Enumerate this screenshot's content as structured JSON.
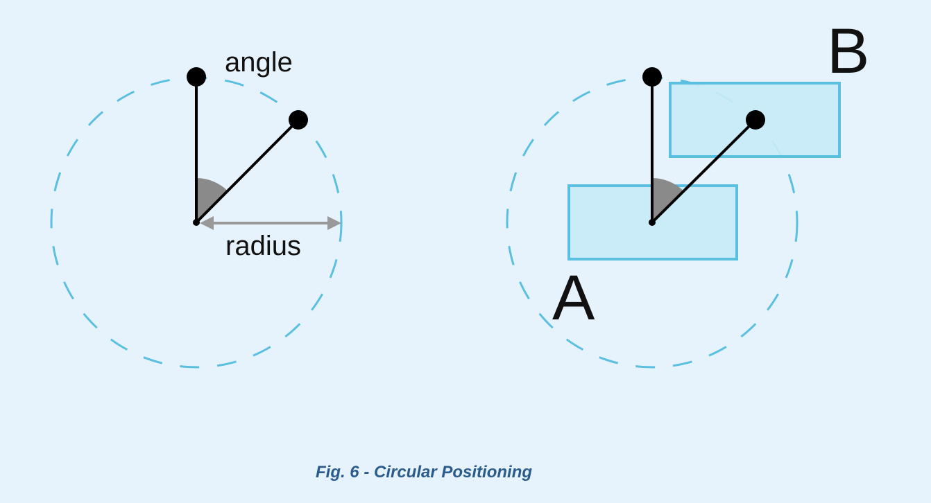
{
  "left_diagram": {
    "angle_label": "angle",
    "radius_label": "radius"
  },
  "right_diagram": {
    "label_a": "A",
    "label_b": "B"
  },
  "caption": "Fig. 6 - Circular Positioning",
  "colors": {
    "background": "#e6f3fc",
    "dashed_circle": "#5bbfe0",
    "box_fill": "#c8ecf7",
    "box_stroke": "#5bbfe0",
    "lines": "#000000",
    "radius_arrow": "#999999",
    "angle_wedge": "#8a8a8a",
    "caption": "#2b5b8a"
  }
}
